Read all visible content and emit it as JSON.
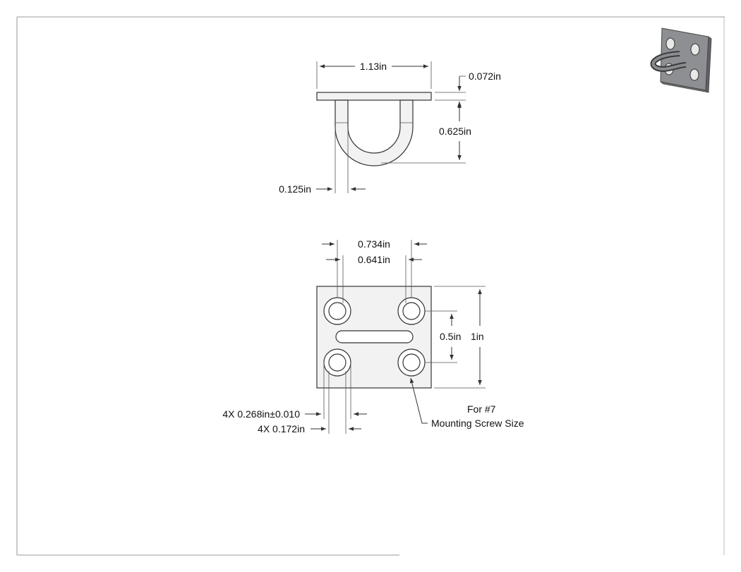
{
  "side_view": {
    "width_label": "1.13in",
    "plate_thickness_label": "0.072in",
    "loop_height_label": "0.625in",
    "wire_diameter_label": "0.125in"
  },
  "top_view": {
    "outer_hole_spacing_label": "0.734in",
    "inner_hole_spacing_label": "0.641in",
    "vertical_hole_spacing_label": "0.5in",
    "plate_height_label": "1in",
    "counterbore_label": "4X 0.268in±0.010",
    "hole_diameter_label": "4X 0.172in",
    "note_line1": "For #7",
    "note_line2": "Mounting Screw Size"
  },
  "colors": {
    "line": "#333333",
    "part_fill": "#f2f2f2",
    "iso_plate": "#8d8f92",
    "iso_wire": "#6f7174"
  }
}
